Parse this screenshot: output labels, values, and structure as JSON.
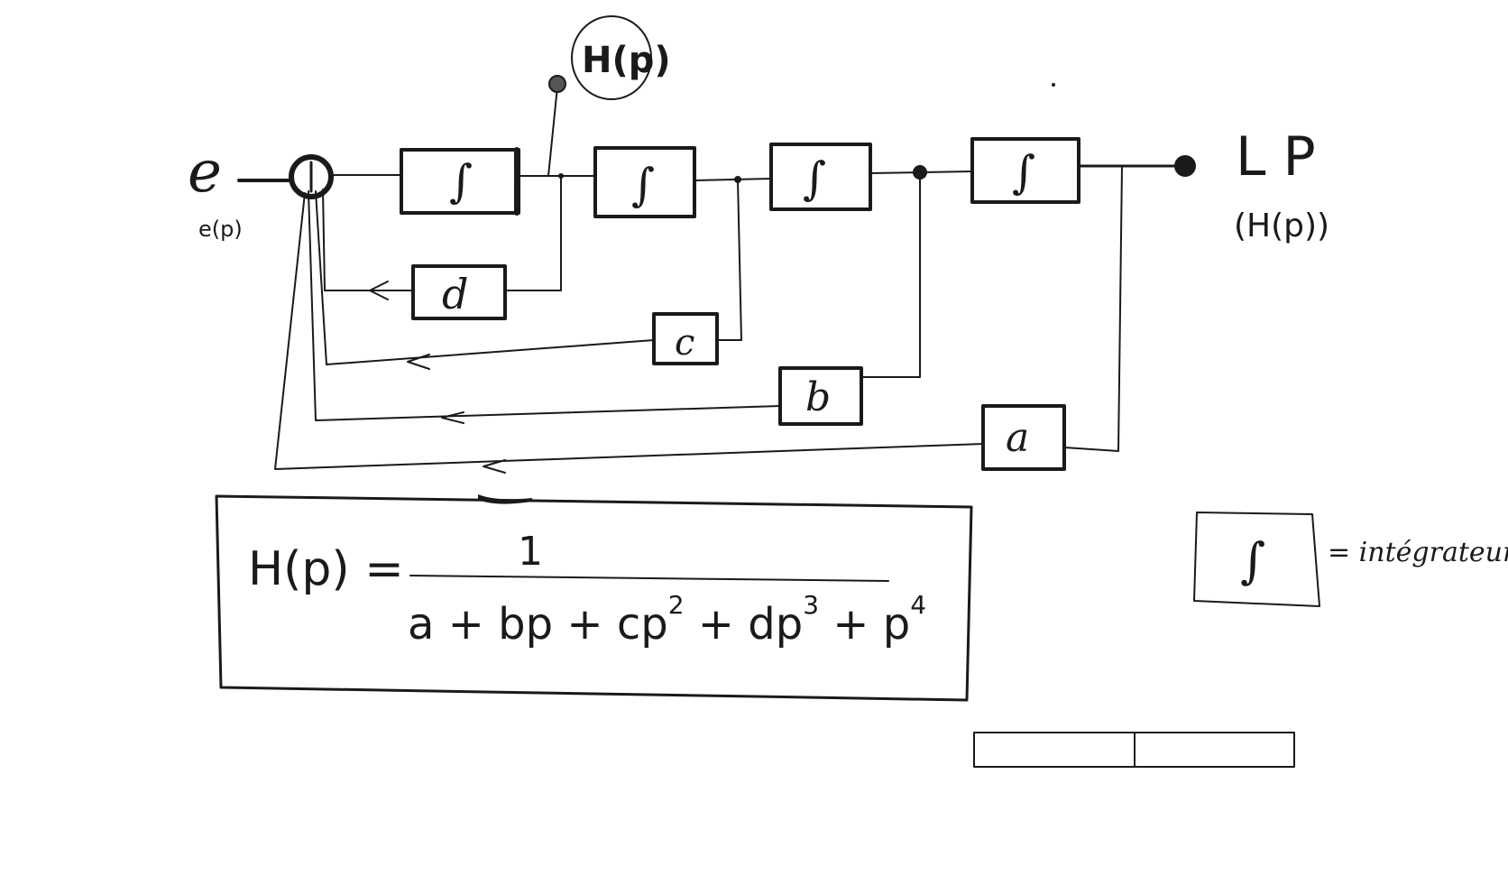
{
  "input": {
    "symbol": "e",
    "sublabel": "e(p)"
  },
  "tap_label": "H(p)",
  "output": {
    "symbol": "L P",
    "sublabel": "(H(p))"
  },
  "integrator_symbol": "∫",
  "gains": {
    "d": "d",
    "c": "c",
    "b": "b",
    "a": "a"
  },
  "formula": {
    "lhs": "H(p) =",
    "numerator": "1",
    "denominator": "a + bp + cp",
    "exp2": "2",
    "term_d": " + dp",
    "exp3": "3",
    "term_p": " + p",
    "exp4": "4"
  },
  "legend": {
    "symbol": "∫",
    "text": "= intégrateur"
  },
  "colors": {
    "ink": "#1a1a1a",
    "paper": "#ffffff"
  }
}
